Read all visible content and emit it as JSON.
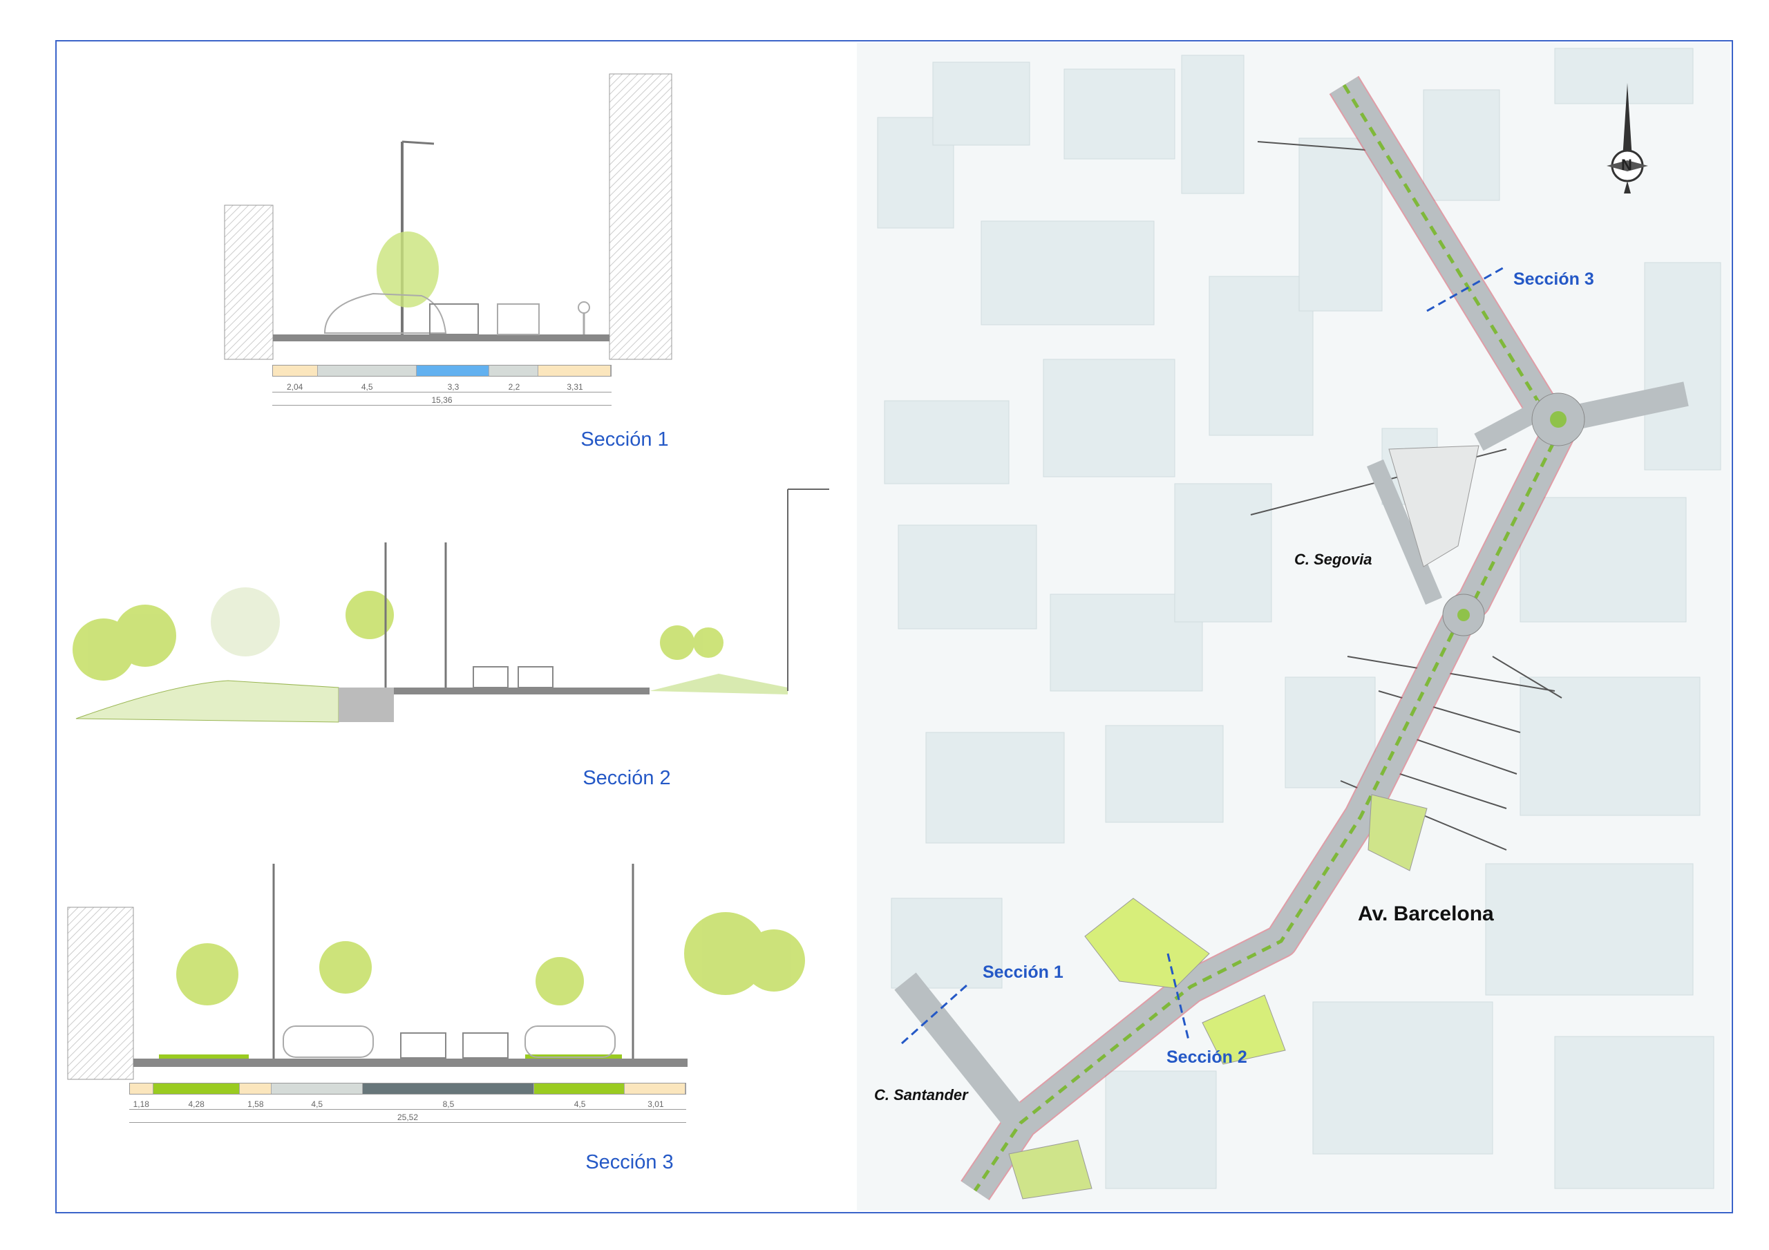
{
  "sections": [
    {
      "title": "Sección 1",
      "total": "15,36",
      "segments": [
        {
          "label": "2,04",
          "value": 2.04,
          "color": "#fbe6bd"
        },
        {
          "label": "4,5",
          "value": 4.5,
          "color": "#d5dbd8"
        },
        {
          "label": "3,3",
          "value": 3.3,
          "color": "#62b1f0"
        },
        {
          "label": "2,2",
          "value": 2.2,
          "color": "#d5dbd8"
        },
        {
          "label": "3,31",
          "value": 3.31,
          "color": "#fbe6bd"
        }
      ]
    },
    {
      "title": "Sección 2"
    },
    {
      "title": "Sección 3",
      "total": "25,52",
      "segments": [
        {
          "label": "1,18",
          "value": 1.18,
          "color": "#fbe6bd"
        },
        {
          "label": "4,28",
          "value": 4.28,
          "color": "#9acb21"
        },
        {
          "label": "1,58",
          "value": 1.58,
          "color": "#fbe6bd"
        },
        {
          "label": "4,5",
          "value": 4.5,
          "color": "#d5dbd8"
        },
        {
          "label": "8,5",
          "value": 8.5,
          "color": "#67767a"
        },
        {
          "label": "4,5",
          "value": 4.5,
          "color": "#9acb21"
        },
        {
          "label": "3,01",
          "value": 3.01,
          "color": "#fbe6bd"
        }
      ]
    }
  ],
  "map": {
    "section_markers": [
      "Sección 1",
      "Sección 2",
      "Sección 3"
    ],
    "streets": {
      "segovia": "C. Segovia",
      "santander": "C. Santander",
      "avenue": "Av. Barcelona"
    },
    "compass_letter": "N",
    "accent": "#2458c6"
  }
}
